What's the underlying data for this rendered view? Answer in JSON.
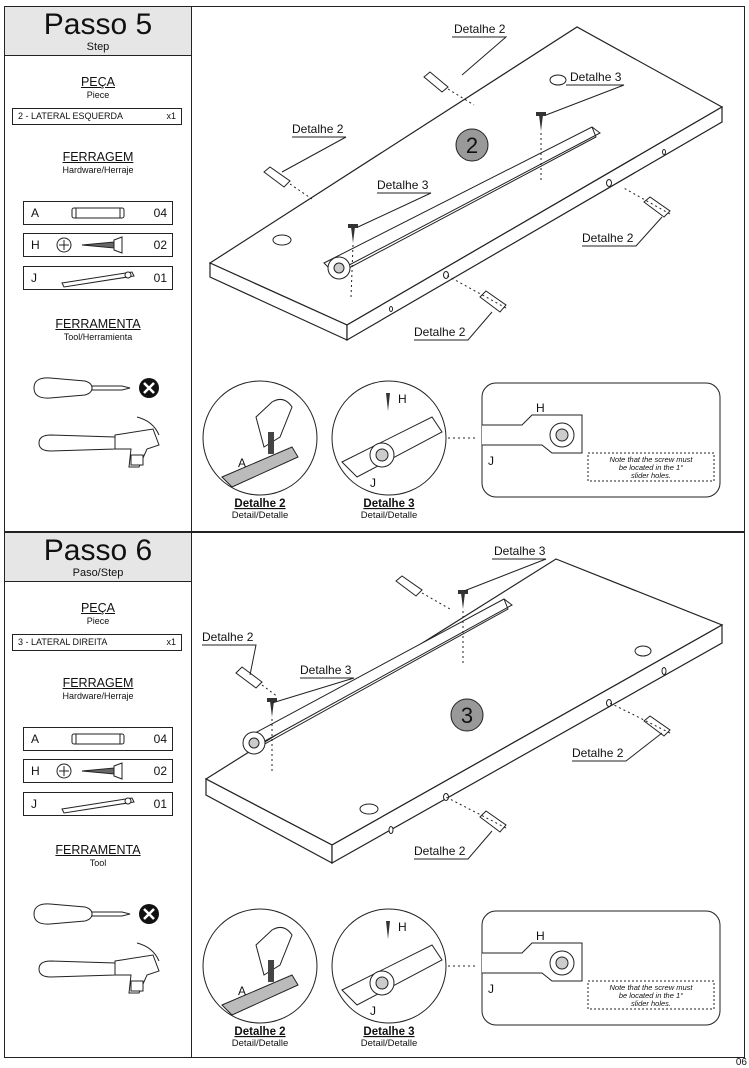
{
  "steps": [
    {
      "title": "Passo 5",
      "subtitle": "Step",
      "piece_header": "PEÇA",
      "piece_sub": "Piece",
      "piece_name": "2 - LATERAL ESQUERDA",
      "piece_qty": "x1",
      "hardware_header": "FERRAGEM",
      "hardware_sub": "Hardware/Herraje",
      "hardware": [
        {
          "key": "A",
          "icon": "dowel-icon",
          "qty": "04"
        },
        {
          "key": "H",
          "icon": "screw-icon",
          "qty": "02"
        },
        {
          "key": "J",
          "icon": "drawer-slide-icon",
          "qty": "01"
        }
      ],
      "tools_header": "FERRAMENTA",
      "tools_sub": "Tool/Herramienta",
      "piece_number": "2",
      "callouts": {
        "d2": "Detalhe 2",
        "d3": "Detalhe 3"
      },
      "detail2_title": "Detalhe 2",
      "detail2_sub": "Detail/Detalle",
      "detail3_title": "Detalhe 3",
      "detail3_sub": "Detail/Detalle",
      "detail_letters": {
        "a": "A",
        "h": "H",
        "j": "J"
      },
      "note": [
        "Note that the screw must",
        "be located in the 1°",
        "slider holes."
      ]
    },
    {
      "title": "Passo 6",
      "subtitle": "Paso/Step",
      "piece_header": "PEÇA",
      "piece_sub": "Piece",
      "piece_name": "3 - LATERAL DIREITA",
      "piece_qty": "x1",
      "hardware_header": "FERRAGEM",
      "hardware_sub": "Hardware/Herraje",
      "hardware": [
        {
          "key": "A",
          "icon": "dowel-icon",
          "qty": "04"
        },
        {
          "key": "H",
          "icon": "screw-icon",
          "qty": "02"
        },
        {
          "key": "J",
          "icon": "drawer-slide-icon",
          "qty": "01"
        }
      ],
      "tools_header": "FERRAMENTA",
      "tools_sub": "Tool",
      "piece_number": "3",
      "callouts": {
        "d2": "Detalhe 2",
        "d3": "Detalhe 3"
      },
      "detail2_title": "Detalhe 2",
      "detail2_sub": "Detail/Detalle",
      "detail3_title": "Detalhe 3",
      "detail3_sub": "Detail/Detalle",
      "detail_letters": {
        "a": "A",
        "h": "H",
        "j": "J"
      },
      "note": [
        "Note that the screw must",
        "be located in the 1°",
        "slider holes."
      ]
    }
  ],
  "page_number": "06"
}
